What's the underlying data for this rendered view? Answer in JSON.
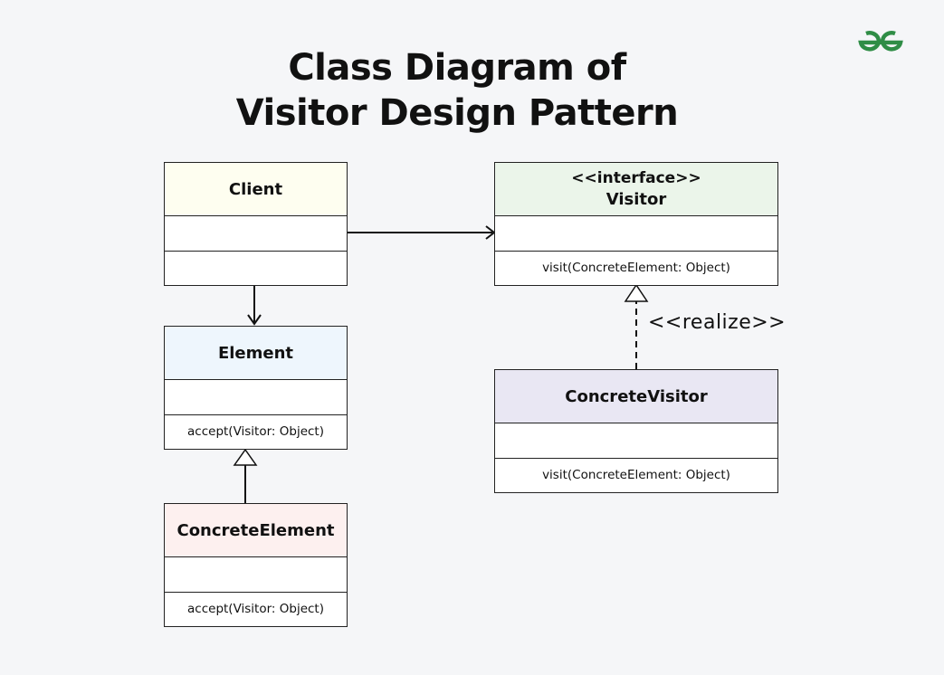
{
  "title": {
    "line1": "Class Diagram of",
    "line2": "Visitor Design Pattern"
  },
  "logo": {
    "icon": "gfg-logo-icon",
    "color": "#2f8d46"
  },
  "classes": {
    "client": {
      "name": "Client",
      "attributes": "",
      "methods": "",
      "fill": "#fefef0"
    },
    "visitor": {
      "stereotype": "<<interface>>",
      "name": "Visitor",
      "attributes": "",
      "methods": "visit(ConcreteElement: Object)",
      "fill": "#ebf5ea"
    },
    "element": {
      "name": "Element",
      "attributes": "",
      "methods": "accept(Visitor: Object)",
      "fill": "#eef6fd"
    },
    "concrete_visitor": {
      "name": "ConcreteVisitor",
      "attributes": "",
      "methods": "visit(ConcreteElement: Object)",
      "fill": "#e9e7f3"
    },
    "concrete_element": {
      "name": "ConcreteElement",
      "attributes": "",
      "methods": "accept(Visitor: Object)",
      "fill": "#fdf0ef"
    }
  },
  "relations": {
    "realize_label": "<<realize>>"
  }
}
